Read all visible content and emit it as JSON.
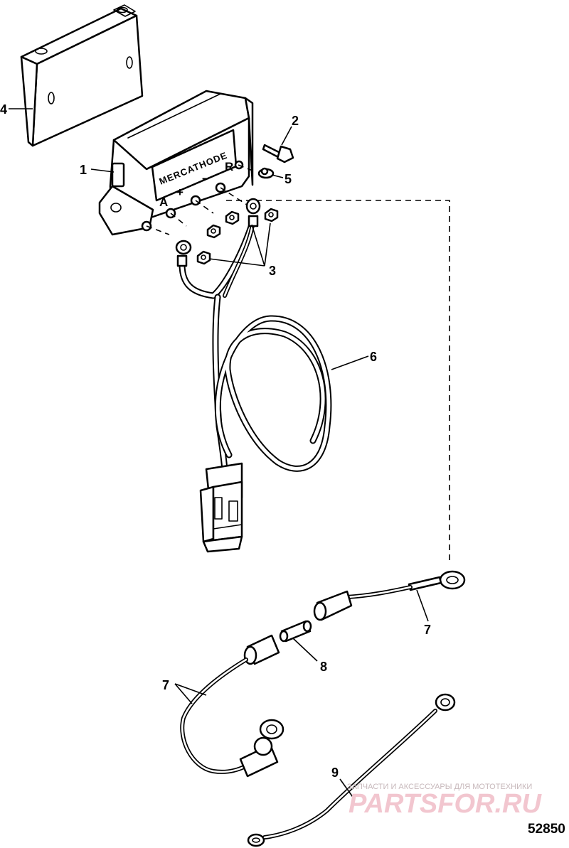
{
  "module_brand": "MERCATHODE",
  "terminals": {
    "a": "A",
    "plus": "+",
    "minus": "−",
    "r": "R"
  },
  "callouts": {
    "c1": "1",
    "c2": "2",
    "c3": "3",
    "c4": "4",
    "c5": "5",
    "c6": "6",
    "c7a": "7",
    "c7b": "7",
    "c8": "8",
    "c9": "9"
  },
  "figure_number": "52850",
  "watermark": {
    "tagline": "ЗАПЧАСТИ И АКСЕССУАРЫ ДЛЯ МОТОТЕХНИКИ",
    "site": "PARTSFOR.RU"
  }
}
